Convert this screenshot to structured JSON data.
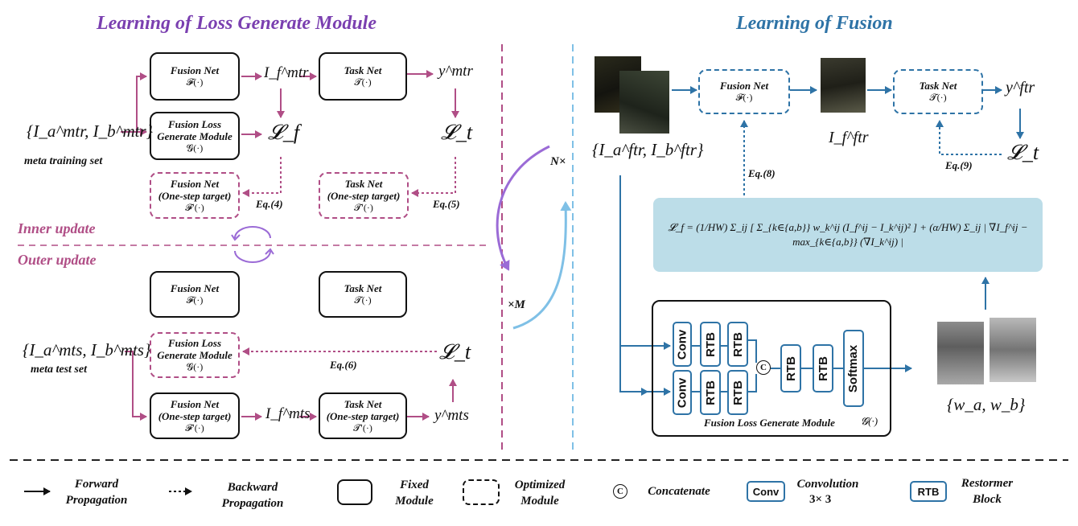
{
  "left_title": "Learning of Loss Generate Module",
  "right_title": "Learning of Fusion",
  "colors": {
    "purple": "#7a3fb0",
    "blue": "#2e73a6",
    "magenta": "#b04e86",
    "light_blue": "#7fc0e6",
    "formula_bg": "#bcdde8"
  },
  "left": {
    "fusion_net": {
      "name": "Fusion Net",
      "func": "𝓕(·)"
    },
    "task_net": {
      "name": "Task Net",
      "func": "𝓣(·)"
    },
    "loss_module": {
      "name_l1": "Fusion Loss",
      "name_l2": "Generate Module",
      "func": "𝓖(·)"
    },
    "fusion_net_onestep": {
      "name": "Fusion Net",
      "target": "(One-step target)",
      "func": "𝓕′(·)"
    },
    "task_net_onestep": {
      "name": "Task Net",
      "target": "(One-step target)",
      "func": "𝓣′(·)"
    },
    "meta_train_input": "{I_a^mtr, I_b^mtr}",
    "meta_train_label": "meta training set",
    "if_mtr": "I_f^mtr",
    "y_mtr": "y^mtr",
    "loss_f": "𝓛_f",
    "loss_t": "𝓛_t",
    "eq4": "Eq.(4)",
    "eq5": "Eq.(5)",
    "inner_update": "Inner update",
    "outer_update": "Outer update",
    "meta_test_input": "{I_a^mts, I_b^mts}",
    "meta_test_label": "meta test set",
    "if_mts": "I_f^mts",
    "y_mts": "y^mts",
    "eq6": "Eq.(6)"
  },
  "middle": {
    "n_times": "N×",
    "m_times": "×M"
  },
  "right": {
    "input": "{I_a^ftr, I_b^ftr}",
    "fusion_net": {
      "name": "Fusion Net",
      "func": "𝓕(·)"
    },
    "task_net": {
      "name": "Task Net",
      "func": "𝓣(·)"
    },
    "if_ftr": "I_f^ftr",
    "y_ftr": "y^ftr",
    "loss_t": "𝓛_t",
    "eq8": "Eq.(8)",
    "eq9": "Eq.(9)",
    "formula": "𝓛_f = (1/HW) Σ_ij [ Σ_{k∈{a,b}} w_k^ij (I_f^ij − I_k^ij)² ] + (α/HW) Σ_ij | ∇I_f^ij − max_{k∈{a,b}} (∇I_k^ij) |",
    "module_name": "Fusion Loss Generate Module",
    "module_func": "𝓖(·)",
    "conv": "Conv",
    "rtb": "RTB",
    "concat": "C",
    "softmax": "Softmax",
    "weights": "{w_a, w_b}"
  },
  "legend": {
    "forward": "Forward\nPropagation",
    "backward": "Backward\nPropagation",
    "fixed": "Fixed\nModule",
    "optimized": "Optimized\nModule",
    "concat_symbol": "C",
    "concat": "Concatenate",
    "conv_symbol": "Conv",
    "conv": "Convolution",
    "conv_size": "3× 3",
    "rtb_symbol": "RTB",
    "rtb": "Restormer\nBlock"
  }
}
